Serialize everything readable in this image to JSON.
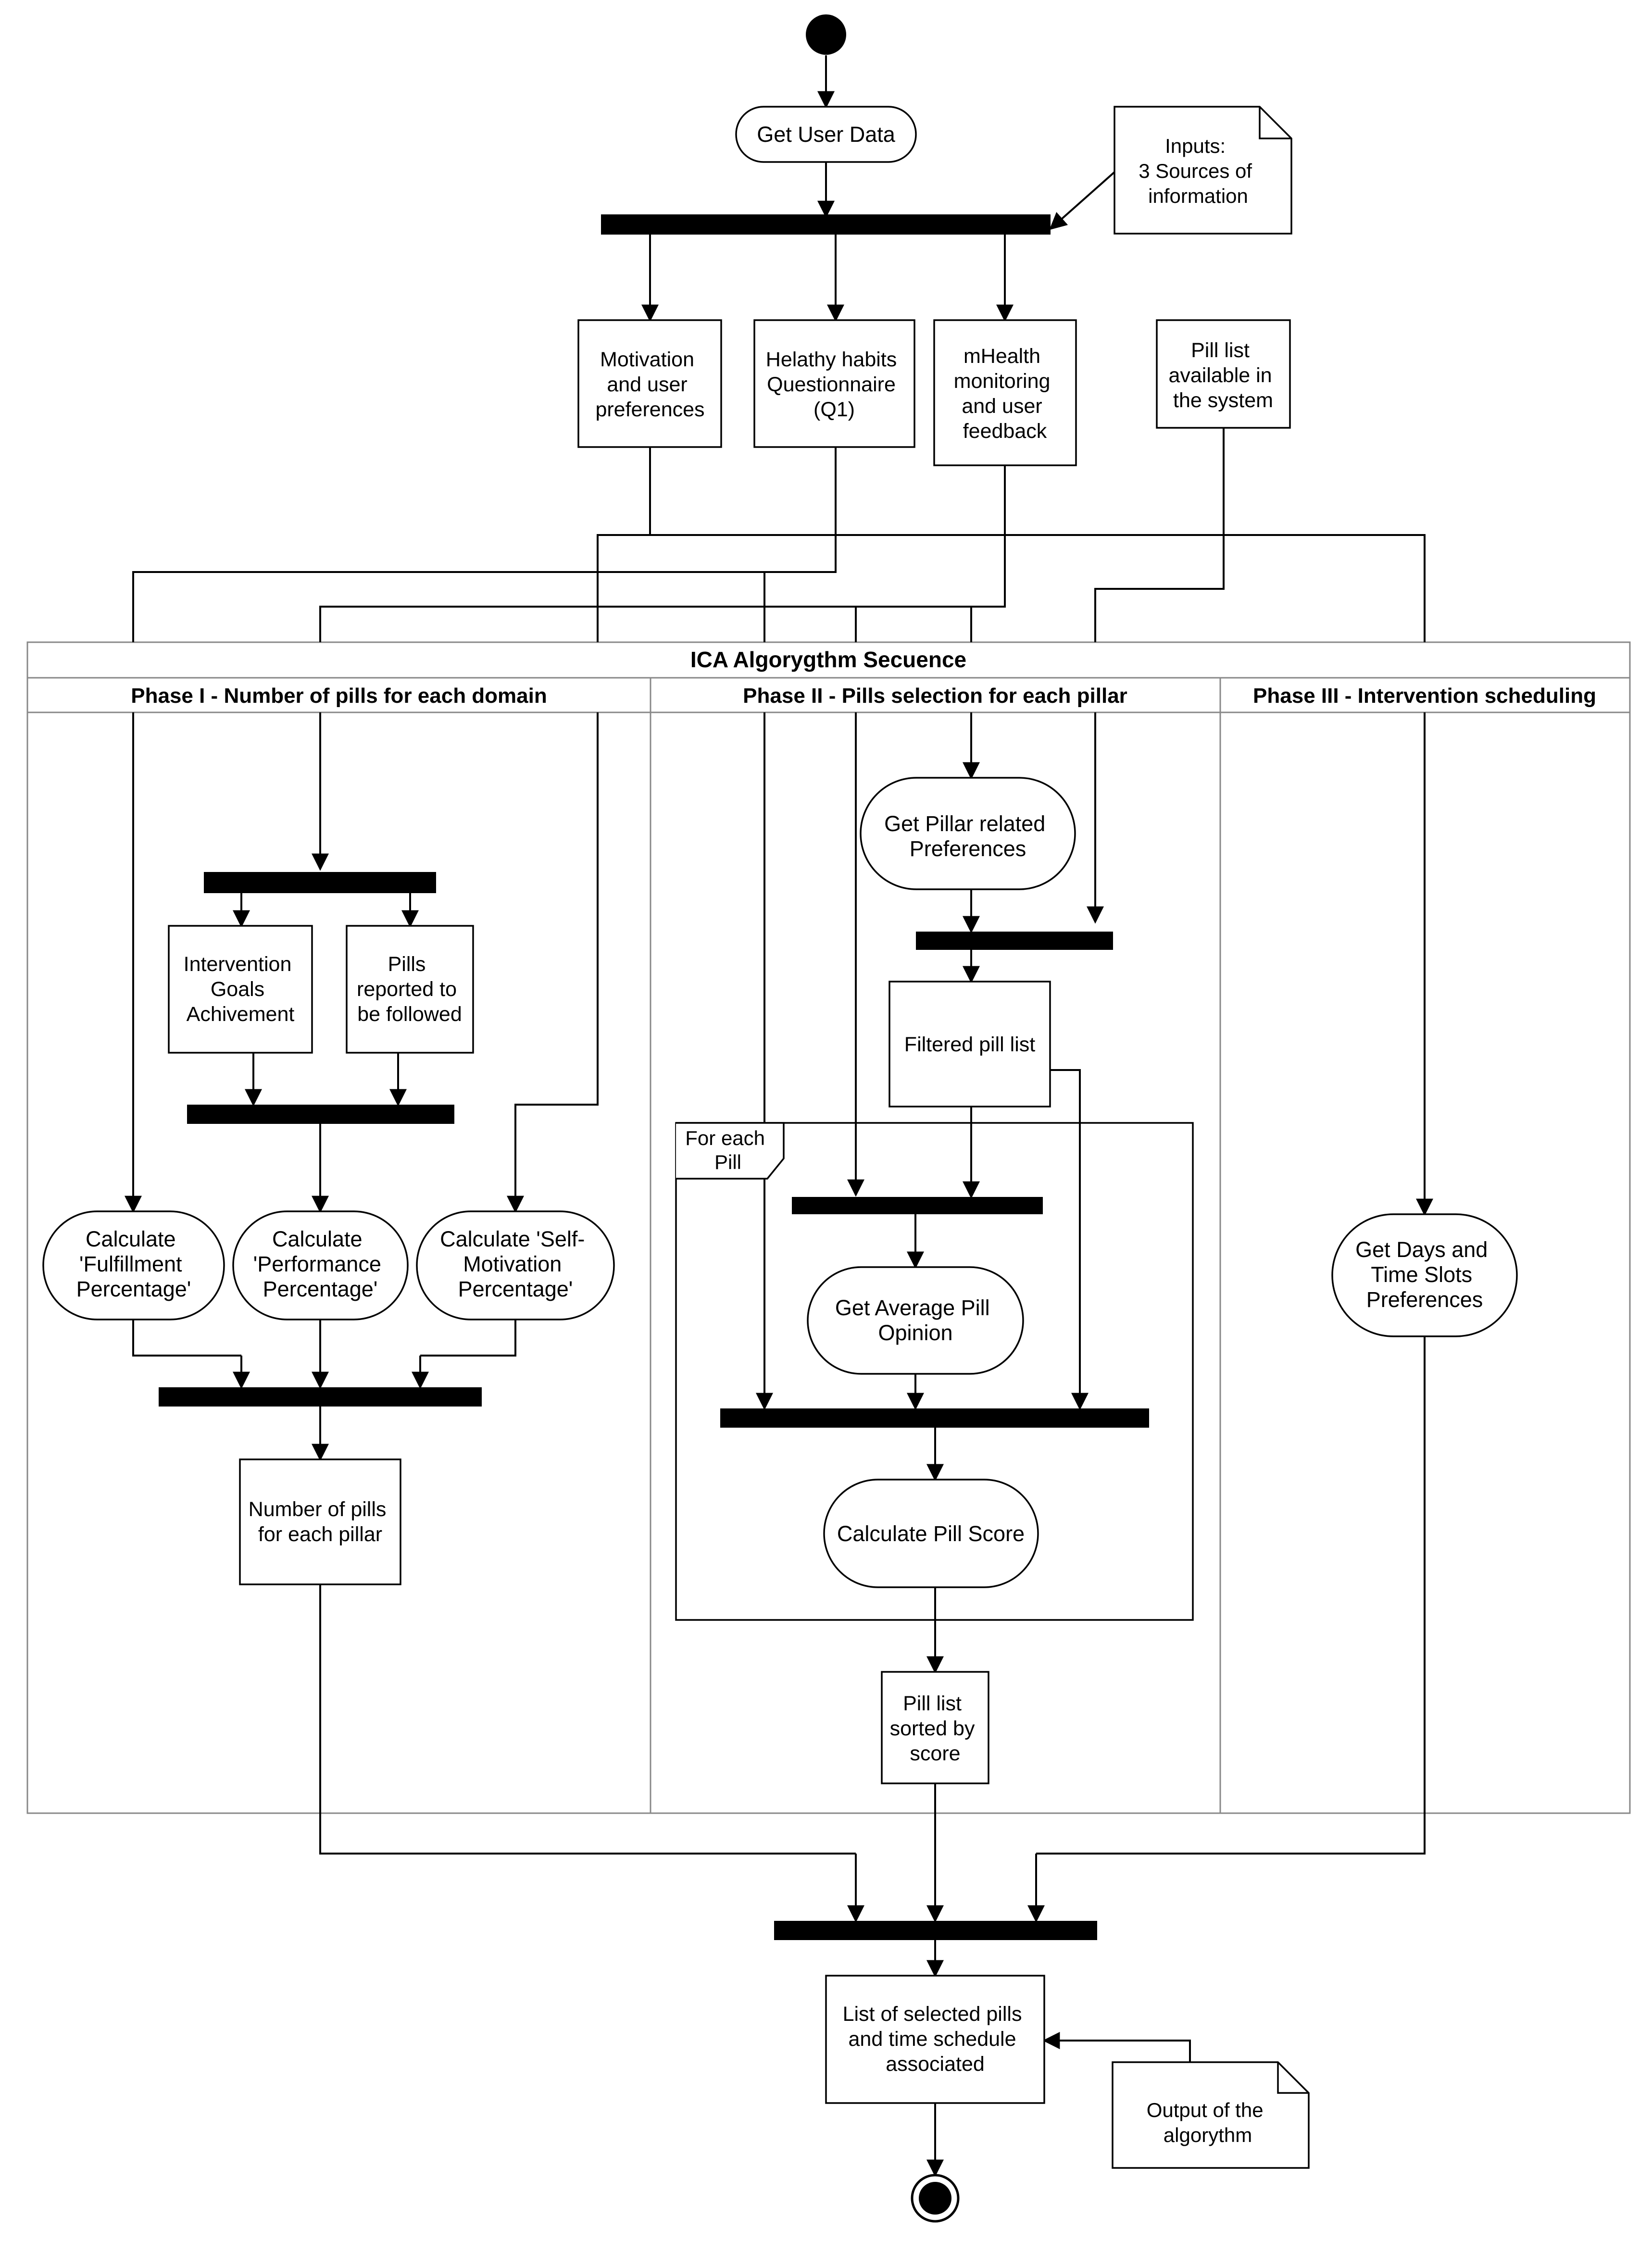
{
  "title": "ICA Algorygthm Secuence",
  "lanes": [
    {
      "id": "phase1",
      "label": "Phase I - Number of pills for each domain"
    },
    {
      "id": "phase2",
      "label": "Phase II - Pills selection for each pillar"
    },
    {
      "id": "phase3",
      "label": "Phase III - Intervention scheduling"
    }
  ],
  "nodes": {
    "get_user_data": [
      "Get User Data"
    ],
    "inputs_note": [
      "Inputs:",
      "3 Sources of",
      "information"
    ],
    "motivation": [
      "Motivation",
      "and user",
      "preferences"
    ],
    "questionnaire": [
      "Helathy habits",
      "Questionnaire",
      "(Q1)"
    ],
    "mhealth": [
      "mHealth",
      "monitoring",
      "and user",
      "feedback"
    ],
    "pill_list": [
      "Pill list",
      "available in",
      "the system"
    ],
    "goals": [
      "Intervention",
      "Goals",
      "Achivement"
    ],
    "pills_reported": [
      "Pills",
      "reported to",
      "be followed"
    ],
    "calc_fulfillment": [
      "Calculate",
      "'Fulfillment",
      "Percentage'"
    ],
    "calc_performance": [
      "Calculate",
      "'Performance",
      "Percentage'"
    ],
    "calc_selfmotivation": [
      "Calculate 'Self-",
      "Motivation",
      "Percentage'"
    ],
    "num_pills": [
      "Number of pills",
      "for each pillar"
    ],
    "pillar_prefs": [
      "Get Pillar related",
      "Preferences"
    ],
    "filtered": [
      "Filtered pill list"
    ],
    "loop_label": [
      "For each",
      "Pill"
    ],
    "avg_opinion": [
      "Get Average Pill",
      "Opinion"
    ],
    "pill_score": [
      "Calculate Pill Score"
    ],
    "sorted": [
      "Pill list",
      "sorted by",
      "score"
    ],
    "days_slots": [
      "Get Days and",
      "Time Slots",
      "Preferences"
    ],
    "selected": [
      "List of selected pills",
      "and time schedule",
      "associated"
    ],
    "output_note": [
      "Output of the",
      "algorythm"
    ]
  }
}
